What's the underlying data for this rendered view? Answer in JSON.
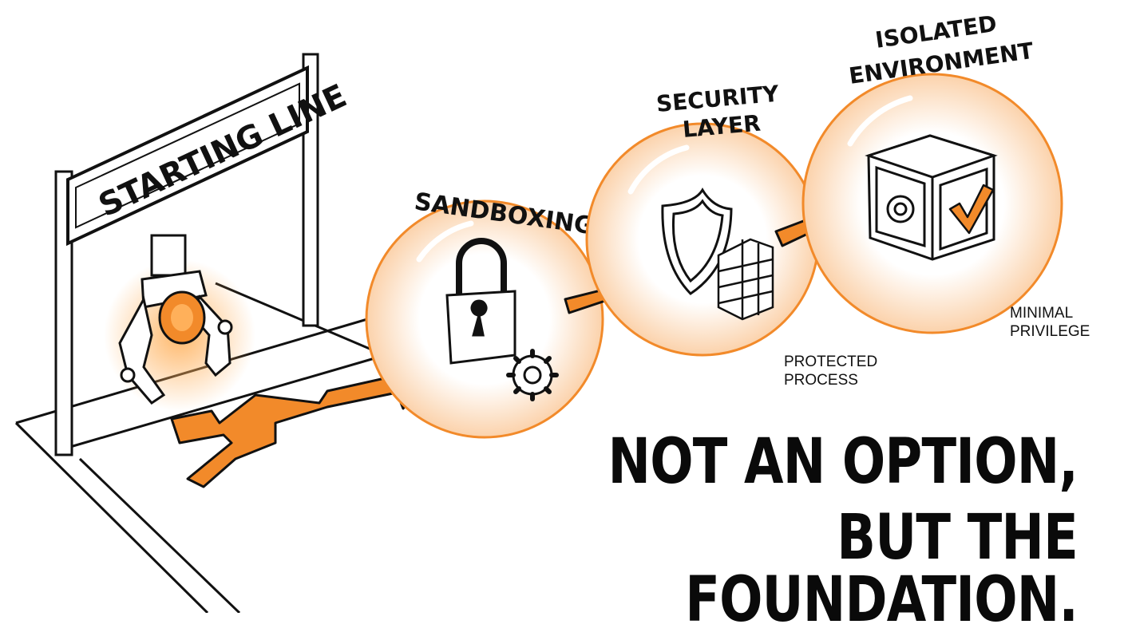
{
  "banner": {
    "text": "STARTING LINE"
  },
  "stages": [
    {
      "title": "SANDBOXING",
      "icon": "padlock-gear"
    },
    {
      "title_line1": "SECURITY",
      "title_line2": "LAYER",
      "note_line1": "PROTECTED",
      "note_line2": "PROCESS",
      "icon": "shield-firewall"
    },
    {
      "title_line1": "ISOLATED",
      "title_line2": "ENVIRONMENT",
      "note_line1": "MINIMAL",
      "note_line2": "PRIVILEGE",
      "icon": "safe-checkmark"
    }
  ],
  "headline": {
    "line1": "NOT AN OPTION,",
    "line2": "BUT THE FOUNDATION."
  },
  "colors": {
    "accent": "#f28a2a",
    "bubble_fill": "#fde3c9",
    "ink": "#111111",
    "background": "#ffffff"
  }
}
